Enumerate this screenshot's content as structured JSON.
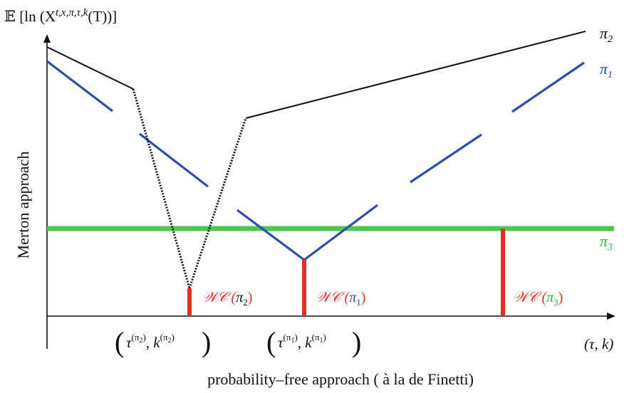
{
  "y_axis_title": "Merton approach",
  "x_axis_title": "probability–free approach ( à la de Finetti)",
  "y_axis_formula": {
    "prefix": "𝔼 [ln (X",
    "superscript": "t,x,π,τ,k",
    "suffix": "(T))]"
  },
  "x_axis_end_label": "(τ, k)",
  "curves": [
    {
      "label": "π",
      "sub": "2",
      "color": "#111111"
    },
    {
      "label": "π",
      "sub": "1",
      "color": "#2e4fa8"
    },
    {
      "label": "π",
      "sub": "3",
      "color": "#2bb52b"
    }
  ],
  "wc_labels": [
    {
      "prefix": "𝒲𝒞 (",
      "pi": "π",
      "sub": "2",
      "suffix": ")",
      "pi_color": "#111111"
    },
    {
      "prefix": "𝒲𝒞 (",
      "pi": "π",
      "sub": "1",
      "suffix": ")",
      "pi_color": "#2e4fa8"
    },
    {
      "prefix": "𝒲𝒞 (",
      "pi": "π",
      "sub": "3",
      "suffix": ")",
      "pi_color": "#2bb52b"
    }
  ],
  "x_ticks": [
    {
      "tau": "τ",
      "tau_sup": "(π",
      "tau_sup_sub": "2",
      "tau_sup_end": ")",
      "k": "k",
      "k_sup": "(π",
      "k_sup_sub": "2",
      "k_sup_end": ")"
    },
    {
      "tau": "τ",
      "tau_sup": "(π",
      "tau_sup_sub": "1",
      "tau_sup_end": ")",
      "k": "k",
      "k_sup": "(π",
      "k_sup_sub": "1",
      "k_sup_end": ")"
    }
  ],
  "colors": {
    "axis": "#111111",
    "pi1": "#2e4fa8",
    "pi2": "#111111",
    "pi3": "#4cc84c",
    "wc": "#e0302a"
  }
}
